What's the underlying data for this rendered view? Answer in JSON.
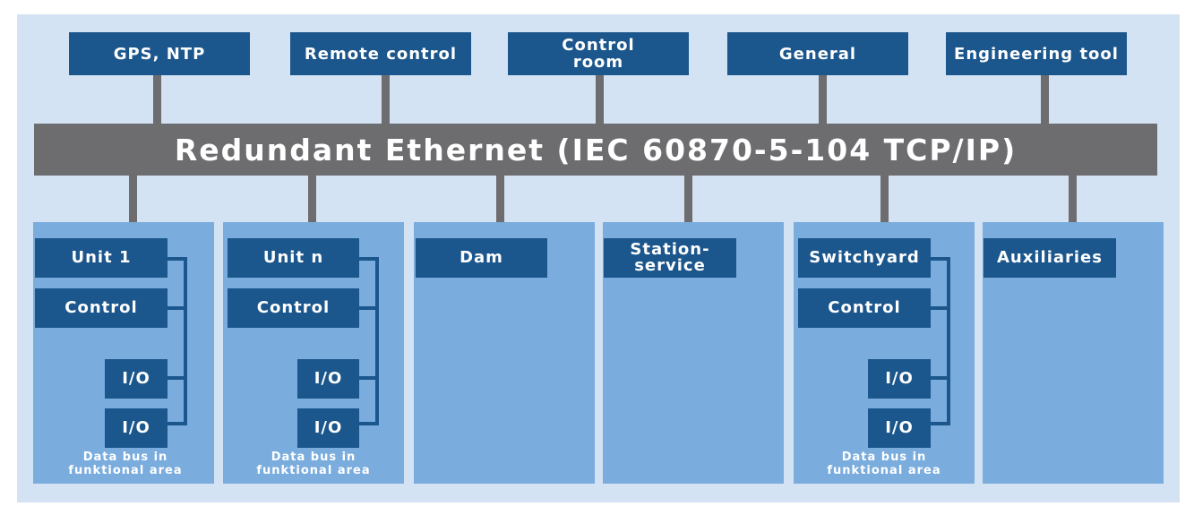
{
  "top_nodes": [
    {
      "label": "GPS, NTP"
    },
    {
      "label": "Remote control"
    },
    {
      "label": "Control room"
    },
    {
      "label": "General"
    },
    {
      "label": "Engineering tool"
    }
  ],
  "network": {
    "label": "Redundant Ethernet (IEC 60870-5-104 TCP/IP)"
  },
  "areas": [
    {
      "main": "Unit 1",
      "control": "Control",
      "io": [
        "I/O",
        "I/O"
      ],
      "note": "Data bus in funktional area"
    },
    {
      "main": "Unit n",
      "control": "Control",
      "io": [
        "I/O",
        "I/O"
      ],
      "note": "Data bus in funktional area"
    },
    {
      "main": "Dam"
    },
    {
      "main": "Station-service"
    },
    {
      "main": "Switchyard",
      "control": "Control",
      "io": [
        "I/O",
        "I/O"
      ],
      "note": "Data bus in funktional area"
    },
    {
      "main": "Auxiliaries"
    }
  ]
}
